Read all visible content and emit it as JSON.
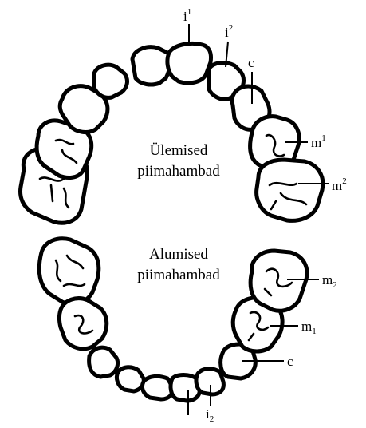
{
  "upper_arch": {
    "caption_line1": "Ülemised",
    "caption_line2": "piimahambad",
    "labels": {
      "i1": {
        "base": "i",
        "sup": "1"
      },
      "i2": {
        "base": "i",
        "sup": "2"
      },
      "c": {
        "base": "c"
      },
      "m1": {
        "base": "m",
        "sup": "1"
      },
      "m2": {
        "base": "m",
        "sup": "2"
      }
    }
  },
  "lower_arch": {
    "caption_line1": "Alumised",
    "caption_line2": "piimahambad",
    "labels": {
      "m2": {
        "base": "m",
        "sub": "2"
      },
      "m1": {
        "base": "m",
        "sub": "1"
      },
      "c": {
        "base": "c"
      },
      "i2": {
        "base": "i",
        "sub": "2"
      }
    }
  }
}
